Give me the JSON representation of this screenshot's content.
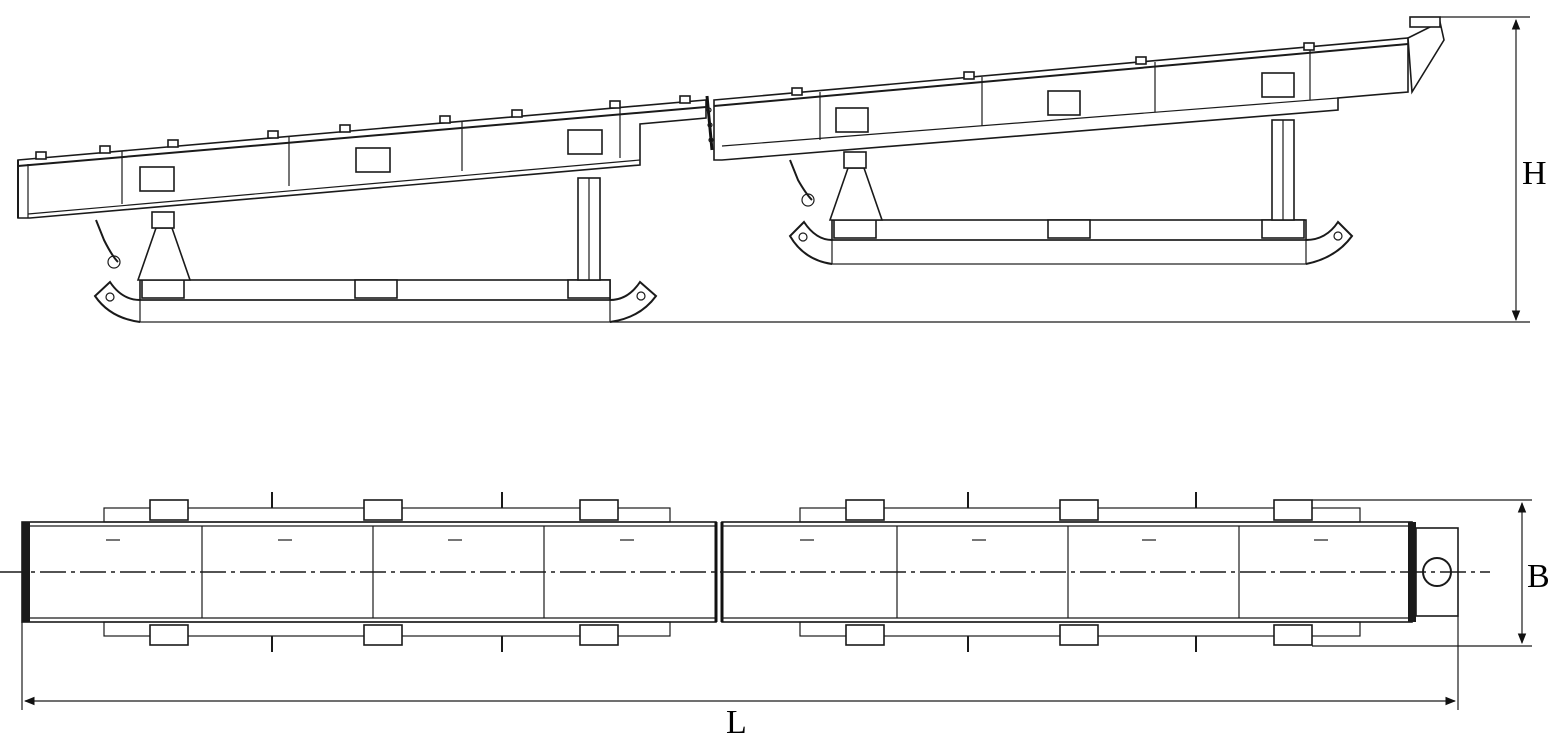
{
  "labels": {
    "height": "H",
    "width": "B",
    "length": "L"
  },
  "colors": {
    "line": "#1a1a1a",
    "background": "#ffffff"
  }
}
